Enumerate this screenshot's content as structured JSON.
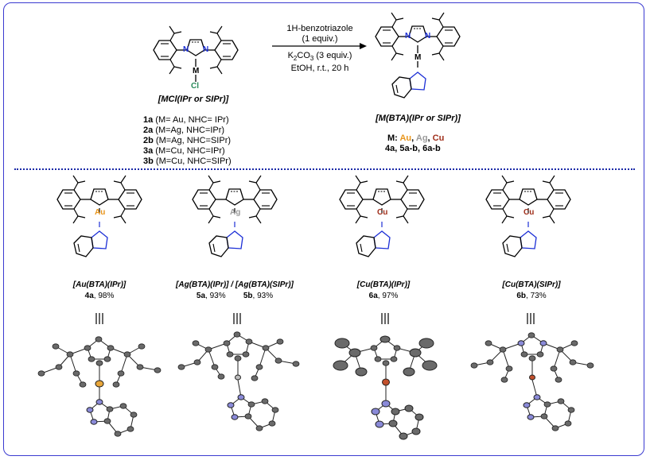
{
  "reaction": {
    "reagent": "1H-benzotriazole",
    "reagent_equiv": "(1 equiv.)",
    "base": "K",
    "base_sub": "2",
    "base_rest": "CO",
    "base_sub2": "3",
    "base_equiv": " (3 equiv.)",
    "solvent": "EtOH, r.t., 20 h"
  },
  "starting": {
    "label": "[MCl(IPr or SIPr)]",
    "metal_atom": "M",
    "halide_atom": "Cl",
    "compounds": [
      {
        "num": "1a",
        "desc": " (M= Au, NHC= IPr)"
      },
      {
        "num": "2a",
        "desc": " (M=Ag, NHC=IPr)"
      },
      {
        "num": "2b",
        "desc": " (M=Ag, NHC=SIPr)"
      },
      {
        "num": "3a",
        "desc": " (M=Cu, NHC=IPr)"
      },
      {
        "num": "3b",
        "desc": " (M=Cu, NHC=SIPr)"
      }
    ]
  },
  "product": {
    "label": "[M(BTA)(IPr or SIPr)]",
    "metal_atom": "M",
    "metals_prefix": "M: ",
    "metal_au": "Au",
    "metal_ag": "Ag",
    "metal_cu": "Cu",
    "sep": ", ",
    "numbers": "4a, 5a-b, 6a-b"
  },
  "atoms": {
    "n": "N"
  },
  "complexes": [
    {
      "metal": "Au",
      "color": "#e8961e",
      "label": "[Au(BTA)(IPr)]",
      "num": "4a",
      "yield": ", 98%"
    },
    {
      "metal": "Ag",
      "color": "#9a9a9a",
      "label": "[Ag(BTA)(IPr)] / [Ag(BTA)(SIPr)]",
      "num": "5a",
      "yield": ", 93%",
      "num2": "5b",
      "yield2": ", 93%"
    },
    {
      "metal": "Cu",
      "color": "#a0301c",
      "label": "[Cu(BTA)(IPr)]",
      "num": "6a",
      "yield": ", 97%"
    },
    {
      "metal": "Cu",
      "color": "#a0301c",
      "label": "[Cu(BTA)(SIPr)]",
      "num": "6b",
      "yield": ", 73%"
    }
  ],
  "colors": {
    "frame": "#3a3ad0",
    "nitrogen": "#1c2fd6",
    "chlorine": "#2a8a5a",
    "separator": "#1b2aa8"
  }
}
